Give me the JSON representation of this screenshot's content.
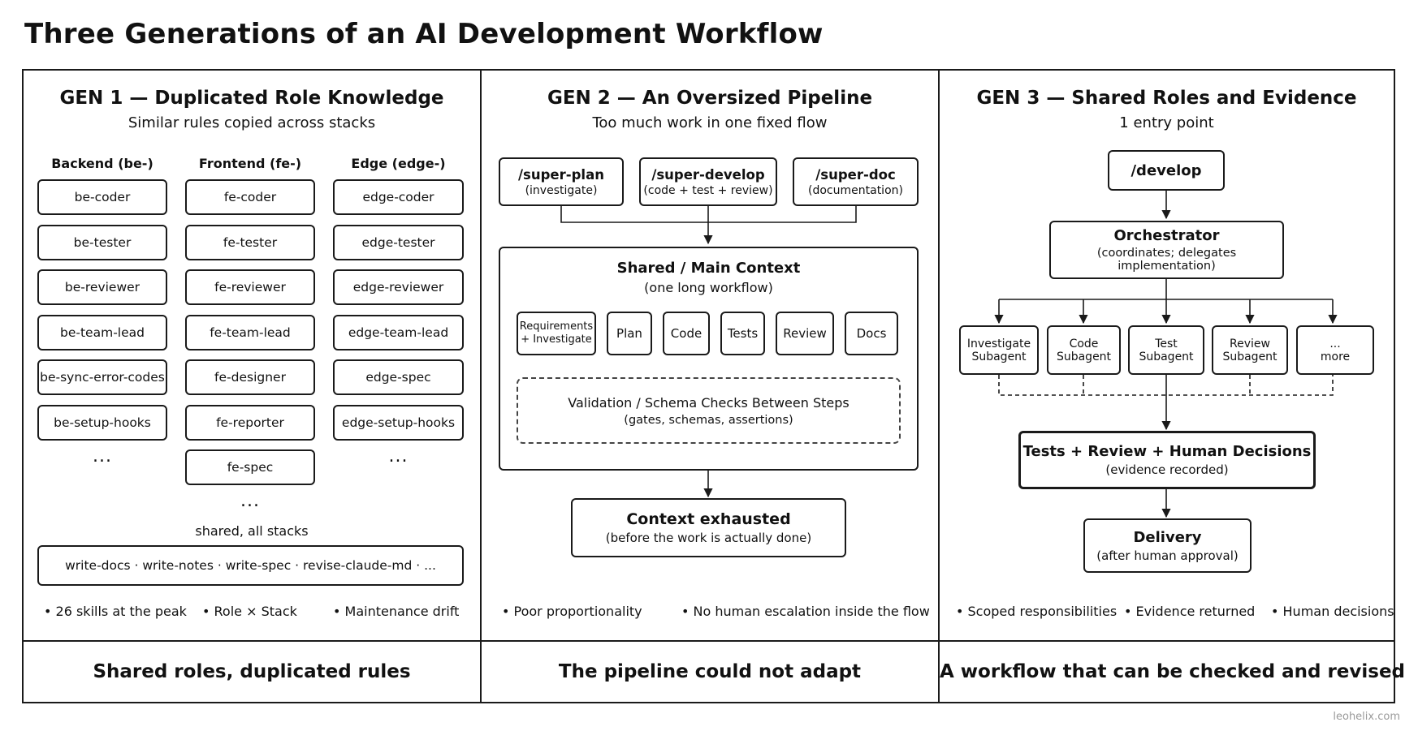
{
  "title": "Three Generations of an AI Development Workflow",
  "gen1": {
    "title": "GEN 1 — Duplicated Role Knowledge",
    "subtitle": "Similar rules copied across stacks",
    "columns": [
      {
        "header": "Backend (be-)",
        "items": [
          "be-coder",
          "be-tester",
          "be-reviewer",
          "be-team-lead",
          "be-sync-error-codes",
          "be-setup-hooks"
        ],
        "ellipsis": "..."
      },
      {
        "header": "Frontend (fe-)",
        "items": [
          "fe-coder",
          "fe-tester",
          "fe-reviewer",
          "fe-team-lead",
          "fe-designer",
          "fe-reporter",
          "fe-spec"
        ],
        "ellipsis": "..."
      },
      {
        "header": "Edge (edge-)",
        "items": [
          "edge-coder",
          "edge-tester",
          "edge-reviewer",
          "edge-team-lead",
          "edge-spec",
          "edge-setup-hooks"
        ],
        "ellipsis": "..."
      }
    ],
    "shared_label": "shared, all stacks",
    "shared_box": "write-docs · write-notes · write-spec · revise-claude-md · ...",
    "bullets": [
      "• 26 skills at the peak",
      "• Role × Stack",
      "• Maintenance drift"
    ],
    "footer": "Shared roles, duplicated rules"
  },
  "gen2": {
    "title": "GEN 2 — An Oversized Pipeline",
    "subtitle": "Too much work in one fixed flow",
    "commands": [
      {
        "name": "/super-plan",
        "desc": "(investigate)"
      },
      {
        "name": "/super-develop",
        "desc": "(code + test + review)"
      },
      {
        "name": "/super-doc",
        "desc": "(documentation)"
      }
    ],
    "context_title": "Shared / Main Context",
    "context_sub": "(one long workflow)",
    "steps": [
      "Requirements\n+ Investigate",
      "Plan",
      "Code",
      "Tests",
      "Review",
      "Docs"
    ],
    "validation_title": "Validation / Schema Checks Between Steps",
    "validation_sub": "(gates, schemas, assertions)",
    "exhausted_title": "Context exhausted",
    "exhausted_sub": "(before the work is actually done)",
    "bullets": [
      "• Poor proportionality",
      "• No human escalation inside the flow"
    ],
    "footer": "The pipeline could not adapt"
  },
  "gen3": {
    "title": "GEN 3 — Shared Roles and Evidence",
    "subtitle": "1 entry point",
    "entry": "/develop",
    "orchestrator_title": "Orchestrator",
    "orchestrator_sub": "(coordinates; delegates implementation)",
    "subagents": [
      {
        "line1": "Investigate",
        "line2": "Subagent"
      },
      {
        "line1": "Code",
        "line2": "Subagent"
      },
      {
        "line1": "Test",
        "line2": "Subagent"
      },
      {
        "line1": "Review",
        "line2": "Subagent"
      },
      {
        "line1": "...",
        "line2": "more"
      }
    ],
    "decisions_title": "Tests + Review + Human Decisions",
    "decisions_sub": "(evidence recorded)",
    "delivery_title": "Delivery",
    "delivery_sub": "(after human approval)",
    "bullets": [
      "• Scoped responsibilities",
      "• Evidence returned",
      "• Human decisions"
    ],
    "footer": "A workflow that can be checked and revised"
  },
  "watermark": "leohelix.com"
}
